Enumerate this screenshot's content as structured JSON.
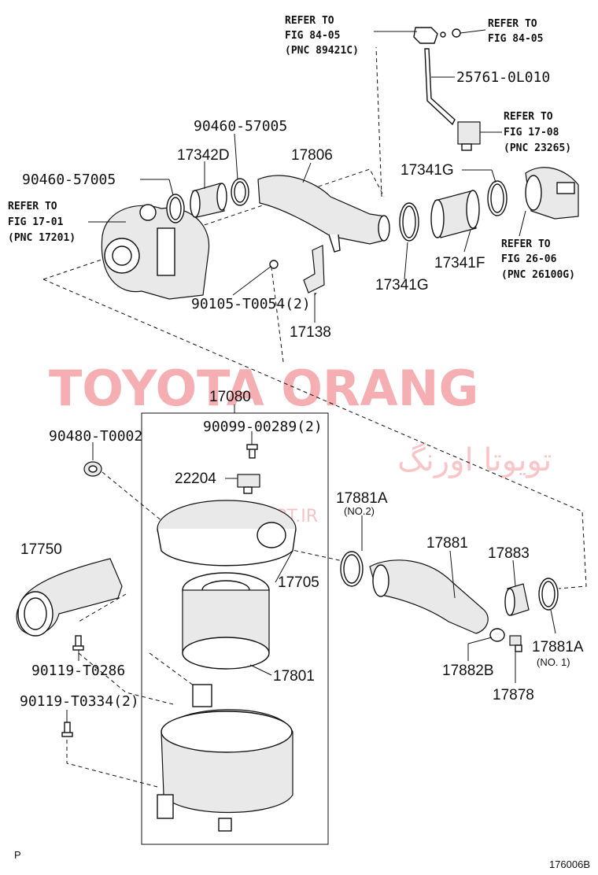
{
  "refs": {
    "fig84_left": [
      "REFER TO",
      "FIG 84-05",
      "(PNC 89421C)"
    ],
    "fig84_right": [
      "REFER TO",
      "FIG 84-05"
    ],
    "fig17_08": [
      "REFER TO",
      "FIG 17-08",
      "(PNC 23265)"
    ],
    "fig17_01": [
      "REFER TO",
      "FIG 17-01",
      "(PNC 17201)"
    ],
    "fig26_06": [
      "REFER TO",
      "FIG 26-06",
      "(PNC 26100G)"
    ]
  },
  "labels": {
    "p25761": "25761-0L010",
    "p90460a": "90460-57005",
    "p90460b": "90460-57005",
    "p17342D": "17342D",
    "p17806": "17806",
    "p17341G_top": "17341G",
    "p17341G_bot": "17341G",
    "p17341F": "17341F",
    "p90105": "90105-T0054(2)",
    "p17138": "17138",
    "p17080": "17080",
    "p90099": "90099-00289(2)",
    "p90480": "90480-T0002",
    "p22204": "22204",
    "p17881A_top": "17881A",
    "p17881A_top_sub": "(NO.2)",
    "p17750": "17750",
    "p17881": "17881",
    "p17883": "17883",
    "p17705": "17705",
    "p90119a": "90119-T0286",
    "p17882B": "17882B",
    "p17881A_bot": "17881A",
    "p17881A_bot_sub": "(NO. 1)",
    "p17801": "17801",
    "p17878": "17878",
    "p90119b": "90119-T0334(2)"
  },
  "watermark": {
    "main": "TOYOTA ORANG",
    "persian": "تویوتا اورنگ",
    "site": "TOYOTAPART.IR"
  },
  "footer": {
    "left": "P",
    "right": "176006B"
  }
}
